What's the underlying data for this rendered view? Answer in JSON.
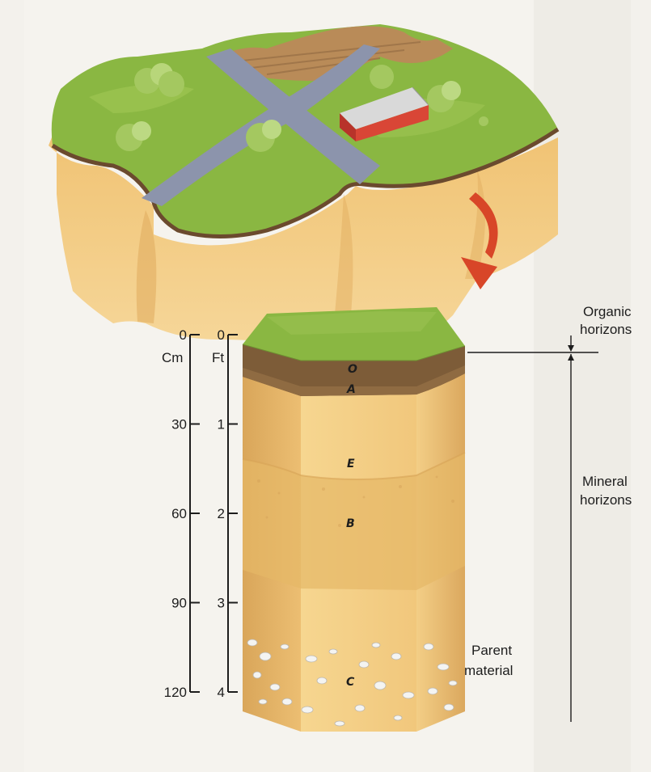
{
  "scales": {
    "cm": {
      "unit": "Cm",
      "ticks": [
        {
          "label": "0",
          "value": 0
        },
        {
          "label": "30",
          "value": 30
        },
        {
          "label": "60",
          "value": 60
        },
        {
          "label": "90",
          "value": 90
        },
        {
          "label": "120",
          "value": 120
        }
      ],
      "max": 120
    },
    "ft": {
      "unit": "Ft",
      "ticks": [
        {
          "label": "0",
          "value": 0
        },
        {
          "label": "1",
          "value": 1
        },
        {
          "label": "2",
          "value": 2
        },
        {
          "label": "3",
          "value": 3
        },
        {
          "label": "4",
          "value": 4
        }
      ],
      "max": 4
    }
  },
  "horizons": {
    "o": "O",
    "a": "A",
    "e": "E",
    "b": "B",
    "c": "C"
  },
  "labels": {
    "organic_line1": "Organic",
    "organic_line2": "horizons",
    "mineral_line1": "Mineral",
    "mineral_line2": "horizons",
    "parent_line1": "Parent",
    "parent_line2": "material"
  },
  "colors": {
    "grass": "#8ab742",
    "soil_light": "#f2c878",
    "soil_mid": "#e8b660",
    "soil_dark": "#c98e4a",
    "organic": "#7d5c38",
    "road": "#8c94ac",
    "barn": "#d94636",
    "arrow": "#d84628"
  }
}
